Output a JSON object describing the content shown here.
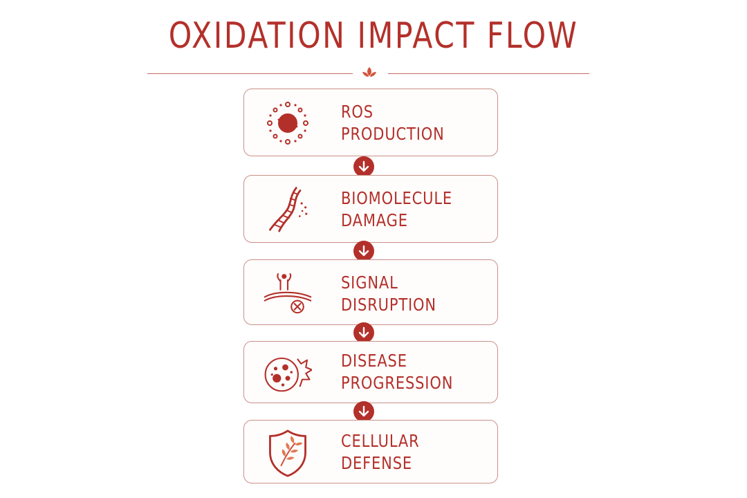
{
  "title": "OXIDATION IMPACT FLOW",
  "colors": {
    "accent": "#b3302a",
    "border": "#c98f88",
    "leaf": "#e07a55"
  },
  "steps": [
    {
      "line1": "ROS",
      "line2": "PRODUCTION",
      "icon": "ros-burst-icon"
    },
    {
      "line1": "BIOMOLECULE",
      "line2": "DAMAGE",
      "icon": "dna-damage-icon"
    },
    {
      "line1": "SIGNAL",
      "line2": "DISRUPTION",
      "icon": "receptor-blocked-icon"
    },
    {
      "line1": "DISEASE",
      "line2": "PROGRESSION",
      "icon": "diseased-cell-icon"
    },
    {
      "line1": "CELLULAR",
      "line2": "DEFENSE",
      "icon": "shield-leaf-icon"
    }
  ]
}
